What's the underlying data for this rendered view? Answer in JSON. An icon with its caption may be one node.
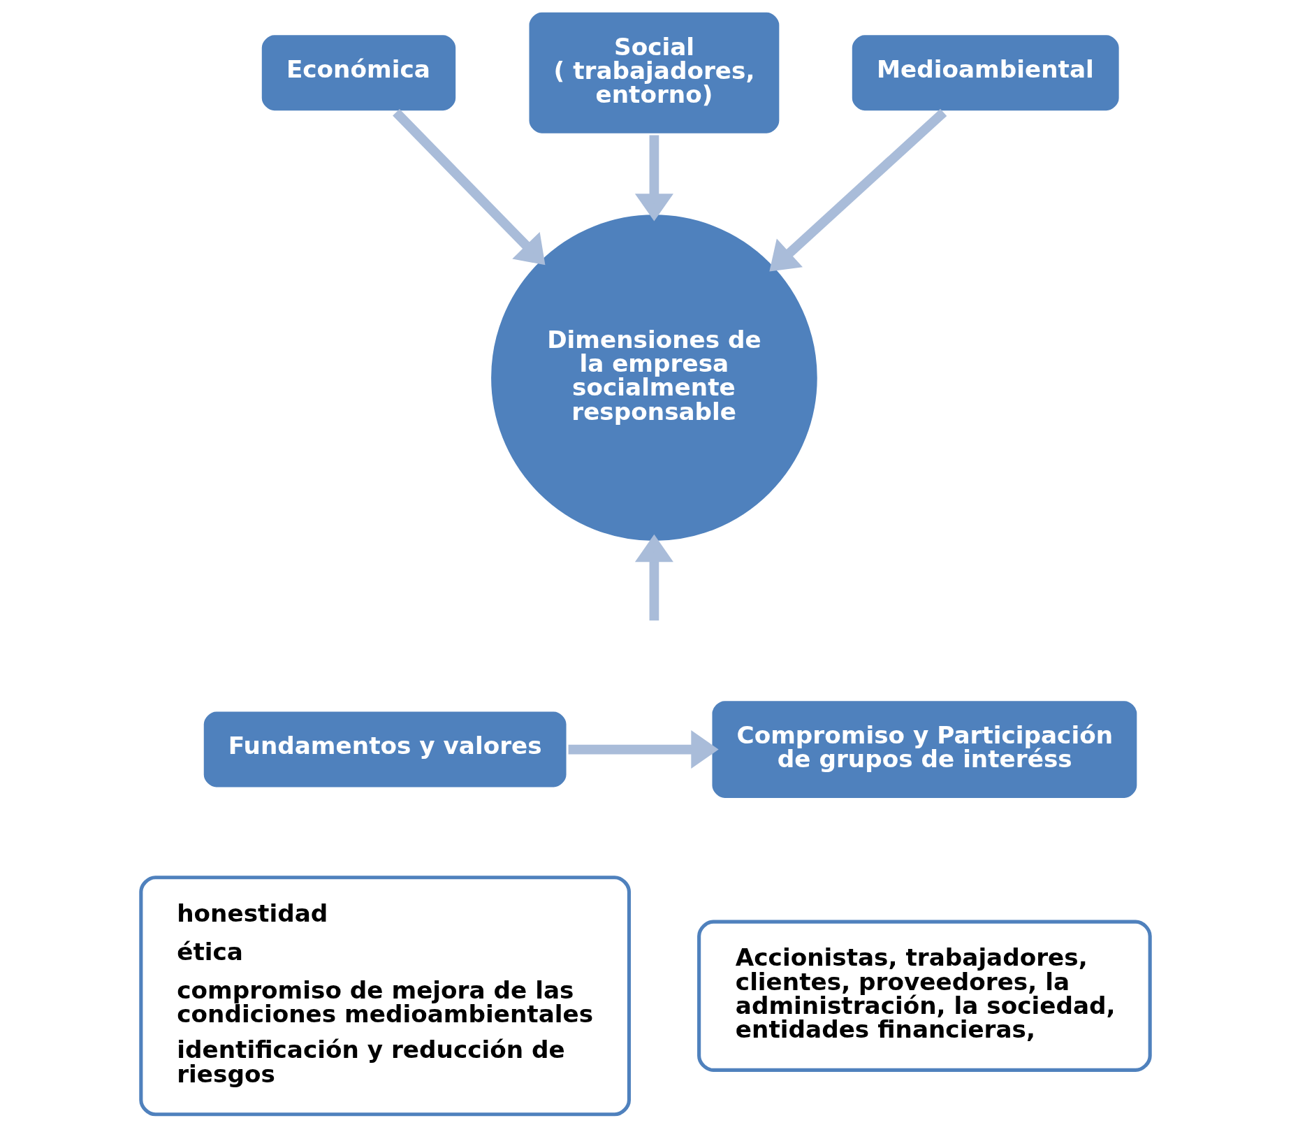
{
  "diagram": {
    "nodes": [
      {
        "text": [
          "Social",
          "( trabajadores, entorno)"
        ]
      },
      {
        "text": [
          "Económica"
        ]
      },
      {
        "text": [
          "Medioambiental"
        ]
      },
      {
        "text": [
          "Dimensiones de la empresa socialmente responsable"
        ]
      },
      {
        "text": [
          "Fundamentos y valores"
        ]
      },
      {
        "text": [
          "honestidad",
          "ética",
          "compromiso de mejora de las condiciones medioambientales",
          "identificación y reducción de riesgos"
        ]
      },
      {
        "text": [
          "Compromiso y Participación de grupos de interéss"
        ]
      },
      {
        "text": [
          "Accionistas, trabajadores, clientes, proveedores, la administración, la sociedad, entidades financieras,"
        ]
      }
    ],
    "edges": [
      {
        "from": 0,
        "to": 3,
        "arrow": "to"
      },
      {
        "from": 1,
        "to": 3,
        "arrow": "to"
      },
      {
        "from": 2,
        "to": 3,
        "arrow": "to"
      },
      {
        "from": null,
        "to": 3,
        "arrow": "to"
      },
      {
        "from": 4,
        "to": 6,
        "arrow": "to"
      }
    ]
  }
}
